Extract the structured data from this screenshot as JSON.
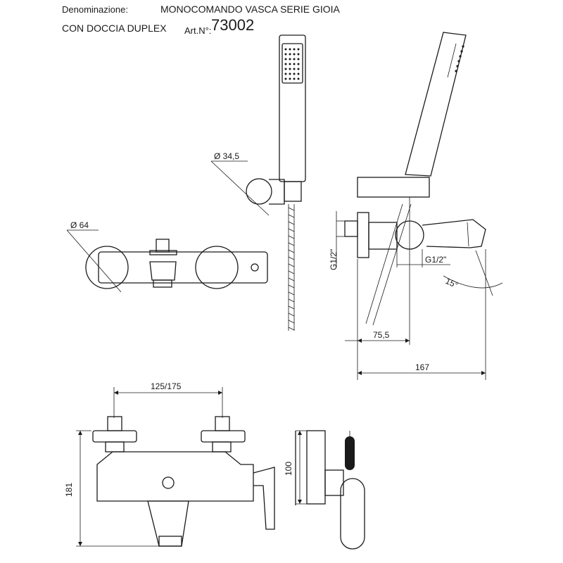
{
  "header": {
    "denomination_label": "Denominazione:",
    "product_name": "MONOCOMANDO VASCA SERIE GIOIA",
    "product_line2": "CON DOCCIA DUPLEX",
    "art_label": "Art.N°:",
    "art_number": "73002"
  },
  "dimensions": {
    "support_diameter": "Ø 34,5",
    "rosette_diameter": "Ø 64",
    "inlet_thread_vertical": "G1/2\"",
    "outlet_thread": "G1/2\"",
    "spout_angle": "15°",
    "depth_to_axis": "75,5",
    "total_depth": "167",
    "center_distance": "125/175",
    "total_height": "181",
    "support_height": "100"
  }
}
